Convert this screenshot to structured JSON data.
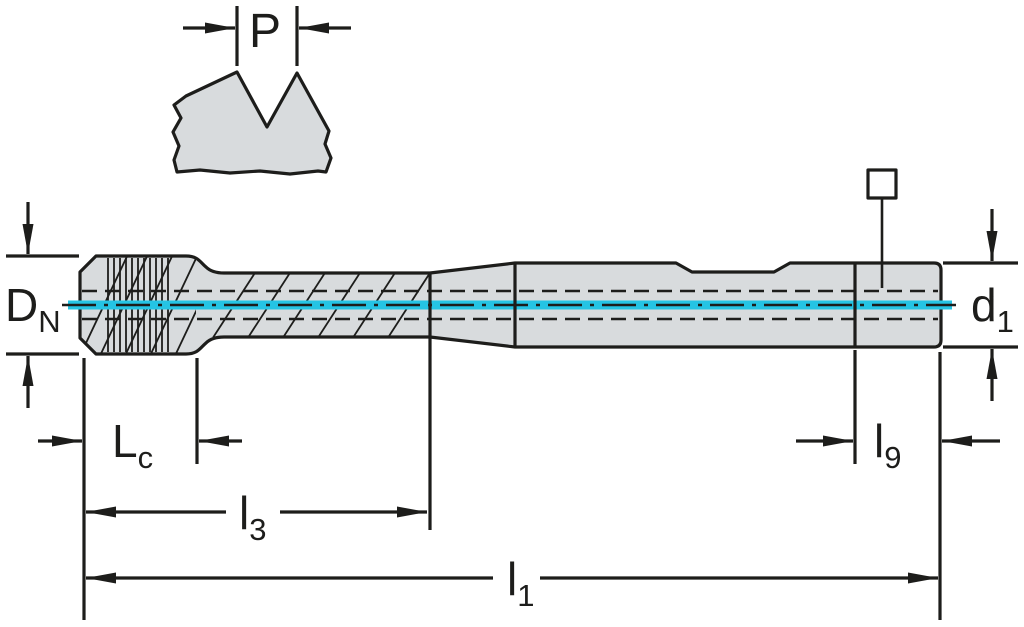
{
  "diagram": {
    "kind": "machine-tap-dimension-drawing",
    "colors": {
      "background": "#ffffff",
      "body_fill": "#d8dbdd",
      "outline": "#1d1d1b",
      "centerline": "#25c4e4"
    },
    "labels": {
      "pitch": {
        "base": "P"
      },
      "nominal_diameter": {
        "base": "D",
        "sub": "N"
      },
      "shank_diameter": {
        "base": "d",
        "sub": "1"
      },
      "chamfer_length": {
        "base": "L",
        "sub": "c"
      },
      "thread_length": {
        "base": "l",
        "sub": "3"
      },
      "overall_length": {
        "base": "l",
        "sub": "1"
      },
      "square_length": {
        "base": "l",
        "sub": "9"
      }
    }
  }
}
